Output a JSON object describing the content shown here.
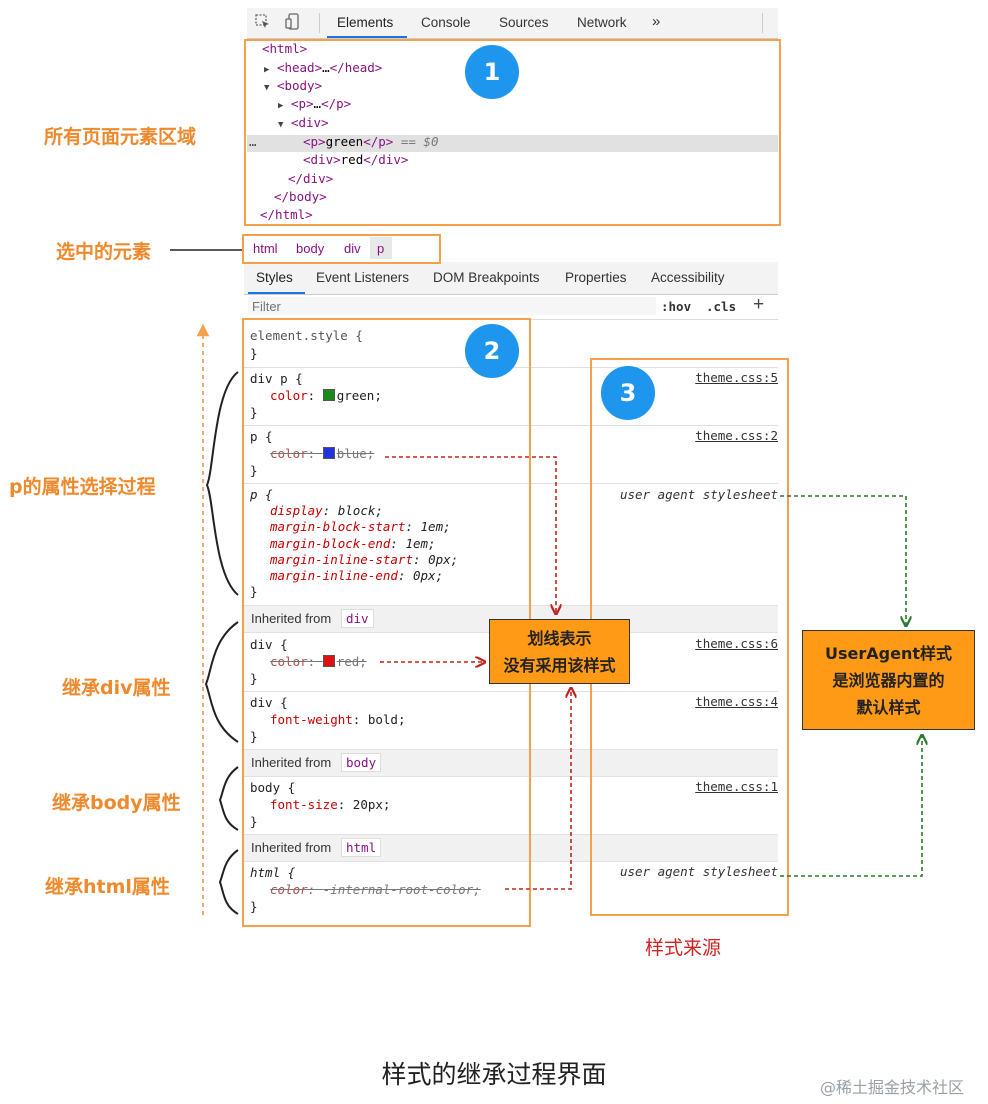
{
  "toolbar": {
    "tabs": [
      "Elements",
      "Console",
      "Sources",
      "Network"
    ],
    "more": "»"
  },
  "dom_tree": {
    "lines": [
      {
        "pre": "<html>",
        "mid": "",
        "post": ""
      },
      {
        "pre": "<head>",
        "mid": "…",
        "post": "</head>"
      },
      {
        "pre": "<body>",
        "mid": "",
        "post": ""
      },
      {
        "pre": "<p>",
        "mid": "…",
        "post": "</p>"
      },
      {
        "pre": "<div>",
        "mid": "",
        "post": ""
      },
      {
        "pre": "<p>",
        "mid": "green",
        "post": "</p>",
        "suffix": " == $0"
      },
      {
        "pre": "<div>",
        "mid": "red",
        "post": "</div>"
      },
      {
        "pre": "</div>",
        "mid": "",
        "post": ""
      },
      {
        "pre": "</body>",
        "mid": "",
        "post": ""
      },
      {
        "pre": "</html>",
        "mid": "",
        "post": ""
      }
    ],
    "ellipsis": "…"
  },
  "breadcrumb": [
    "html",
    "body",
    "div",
    "p"
  ],
  "styles_tabs": [
    "Styles",
    "Event Listeners",
    "DOM Breakpoints",
    "Properties",
    "Accessibility"
  ],
  "filter": {
    "placeholder": "Filter",
    "hov": ":hov",
    "cls": ".cls",
    "plus": "+"
  },
  "rules": {
    "element_style": {
      "selector": "element.style {",
      "close": "}"
    },
    "div_p": {
      "selector": "div p {",
      "prop": "color",
      "val": "green;",
      "source": "theme.css:5",
      "swatch": "#1a8a1a"
    },
    "p_blue": {
      "selector": "p {",
      "prop": "color",
      "val": "blue;",
      "source": "theme.css:2",
      "swatch": "#2233dd"
    },
    "p_ua": {
      "selector": "p {",
      "source": "user agent stylesheet",
      "decls": [
        {
          "prop": "display",
          "val": "block;"
        },
        {
          "prop": "margin-block-start",
          "val": "1em;"
        },
        {
          "prop": "margin-block-end",
          "val": "1em;"
        },
        {
          "prop": "margin-inline-start",
          "val": "0px;"
        },
        {
          "prop": "margin-inline-end",
          "val": "0px;"
        }
      ]
    },
    "inh_div": {
      "label": "Inherited from",
      "chip": "div"
    },
    "div_red": {
      "selector": "div {",
      "prop": "color",
      "val": "red;",
      "source": "theme.css:6",
      "swatch": "#e01010"
    },
    "div_bold": {
      "selector": "div {",
      "prop": "font-weight",
      "val": "bold;",
      "source": "theme.css:4"
    },
    "inh_body": {
      "label": "Inherited from",
      "chip": "body"
    },
    "body_rule": {
      "selector": "body {",
      "prop": "font-size",
      "val": "20px;",
      "source": "theme.css:1"
    },
    "inh_html": {
      "label": "Inherited from",
      "chip": "html"
    },
    "html_rule": {
      "selector": "html {",
      "prop": "color",
      "val": "-internal-root-color;",
      "source": "user agent stylesheet"
    },
    "close": "}"
  },
  "annotations": {
    "circle1": "1",
    "circle2": "2",
    "circle3": "3",
    "all_elements": "所有页面元素区域",
    "selected": "选中的元素",
    "p_process": "p的属性选择过程",
    "inherit_div": "继承div属性",
    "inherit_body": "继承body属性",
    "inherit_html": "继承html属性",
    "strike_note_1": "划线表示",
    "strike_note_2": "没有采用该样式",
    "ua_note_1": "UserAgent样式",
    "ua_note_2": "是浏览器内置的",
    "ua_note_3": "默认样式",
    "style_source": "样式来源",
    "caption": "样式的继承过程界面",
    "watermark": "@稀土掘金技术社区"
  },
  "colors": {
    "accent_orange": "#f5a04b",
    "label_orange": "#ee8a2e",
    "badge_blue": "#1e96ee",
    "arrow_red": "#c0241c",
    "arrow_green": "#2a7a2a"
  }
}
